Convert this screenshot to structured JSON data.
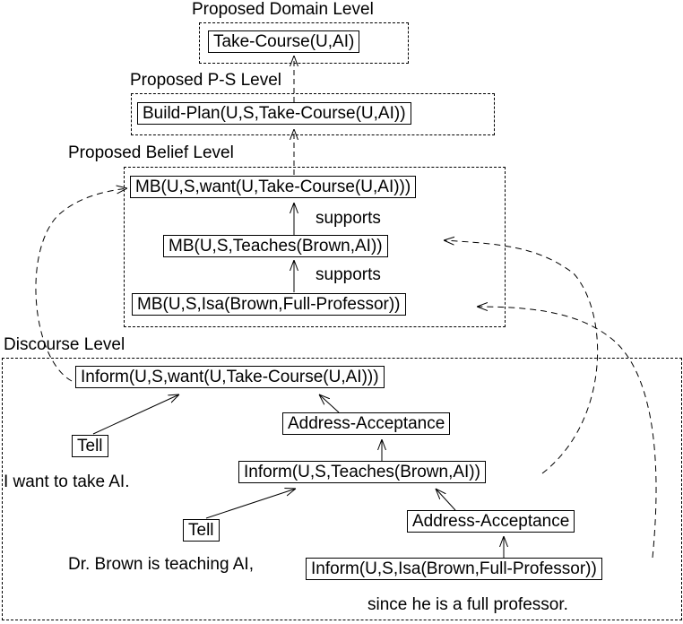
{
  "levels": {
    "domain": "Proposed Domain Level",
    "ps": "Proposed P-S Level",
    "belief": "Proposed Belief Level",
    "discourse": "Discourse Level"
  },
  "nodes": {
    "take_course": "Take-Course(U,AI)",
    "build_plan": "Build-Plan(U,S,Take-Course(U,AI))",
    "mb_want": "MB(U,S,want(U,Take-Course(U,AI)))",
    "mb_teaches": "MB(U,S,Teaches(Brown,AI))",
    "mb_isa": "MB(U,S,Isa(Brown,Full-Professor))",
    "inform_want": "Inform(U,S,want(U,Take-Course(U,AI)))",
    "address_acceptance_1": "Address-Acceptance",
    "inform_teaches": "Inform(U,S,Teaches(Brown,AI))",
    "tell_1": "Tell",
    "tell_2": "Tell",
    "address_acceptance_2": "Address-Acceptance",
    "inform_isa": "Inform(U,S,Isa(Brown,Full-Professor))"
  },
  "edge_labels": {
    "supports_1": "supports",
    "supports_2": "supports"
  },
  "utterances": {
    "u1": "I want to take AI.",
    "u2": "Dr. Brown is teaching AI,",
    "u3": "since he is a full professor."
  }
}
